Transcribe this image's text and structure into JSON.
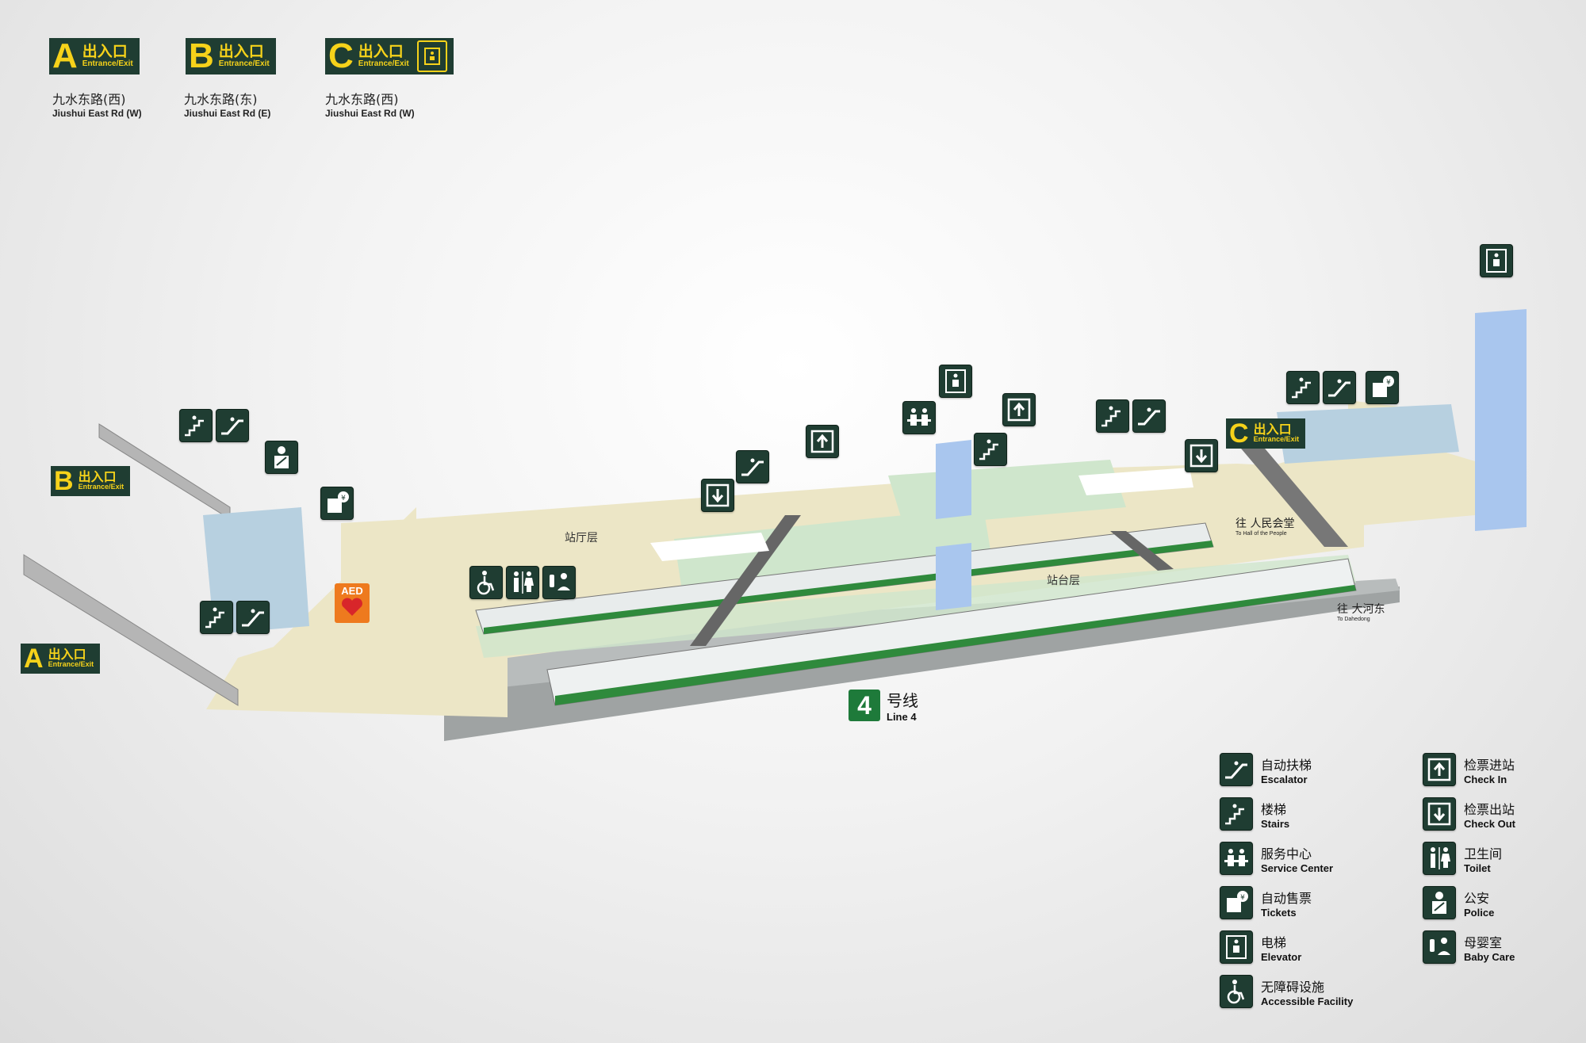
{
  "exits_top": [
    {
      "letter": "A",
      "cn": "出入口",
      "en": "Entrance/Exit",
      "addr_cn": "九水东路(西)",
      "addr_en": "Jiushui East Rd (W)"
    },
    {
      "letter": "B",
      "cn": "出入口",
      "en": "Entrance/Exit",
      "addr_cn": "九水东路(东)",
      "addr_en": "Jiushui East Rd (E)"
    },
    {
      "letter": "C",
      "cn": "出入口",
      "en": "Entrance/Exit",
      "addr_cn": "九水东路(西)",
      "addr_en": "Jiushui East Rd (W)"
    }
  ],
  "exits_map": [
    {
      "letter": "B",
      "cn": "出入口",
      "en": "Entrance/Exit"
    },
    {
      "letter": "A",
      "cn": "出入口",
      "en": "Entrance/Exit"
    },
    {
      "letter": "C",
      "cn": "出入口",
      "en": "Entrance/Exit"
    }
  ],
  "labels": {
    "concourse": "站厅层",
    "platform": "站台层",
    "dir1_cn": "往 人民会堂",
    "dir1_en": "To Hall of the People",
    "dir2_cn": "往 大河东",
    "dir2_en": "To Dahedong",
    "aed": "AED"
  },
  "line": {
    "num": "4",
    "cn": "号线",
    "en": "Line 4"
  },
  "legend": [
    {
      "icon": "escalator-icon",
      "cn": "自动扶梯",
      "en": "Escalator"
    },
    {
      "icon": "stairs-icon",
      "cn": "楼梯",
      "en": "Stairs"
    },
    {
      "icon": "service-center-icon",
      "cn": "服务中心",
      "en": "Service Center"
    },
    {
      "icon": "tickets-icon",
      "cn": "自动售票",
      "en": "Tickets"
    },
    {
      "icon": "elevator-icon",
      "cn": "电梯",
      "en": "Elevator"
    },
    {
      "icon": "accessible-icon",
      "cn": "无障碍设施",
      "en": "Accessible Facility"
    },
    {
      "icon": "check-in-icon",
      "cn": "检票进站",
      "en": "Check In"
    },
    {
      "icon": "check-out-icon",
      "cn": "检票出站",
      "en": "Check Out"
    },
    {
      "icon": "toilet-icon",
      "cn": "卫生间",
      "en": "Toilet"
    },
    {
      "icon": "police-icon",
      "cn": "公安",
      "en": "Police"
    },
    {
      "icon": "baby-care-icon",
      "cn": "母婴室",
      "en": "Baby Care"
    }
  ],
  "colors": {
    "sign_bg": "#1f3d32",
    "sign_text": "#f6d21a",
    "concourse_floor": "#ece6c6",
    "paid_area": "#cfe6cc",
    "column": "#a9c6ee",
    "line_green": "#1e7a3a",
    "aed": "#ee7a1e"
  }
}
